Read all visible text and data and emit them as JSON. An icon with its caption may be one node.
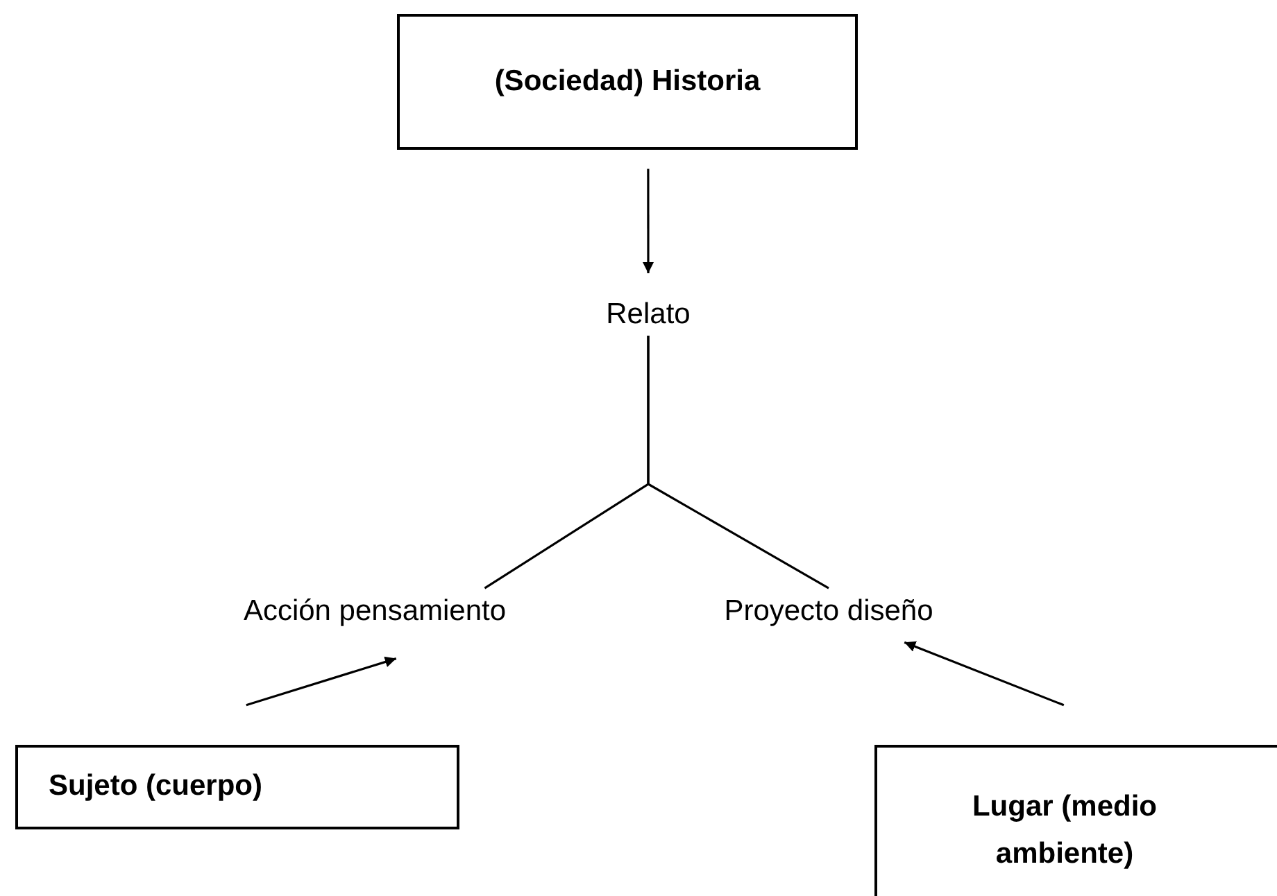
{
  "diagram": {
    "nodes": [
      {
        "text": [
          "(Sociedad) Historia"
        ]
      },
      {
        "text": [
          "Relato"
        ]
      },
      {
        "text": [
          "Acción pensamiento"
        ]
      },
      {
        "text": [
          "Proyecto diseño"
        ]
      },
      {
        "text": [
          "Sujeto (cuerpo)"
        ]
      },
      {
        "text": [
          "Lugar (medio ambiente)"
        ]
      }
    ],
    "edges": [
      {
        "from": 0,
        "to": 1,
        "arrow": "to"
      },
      {
        "from": 1,
        "to": 2,
        "arrow": "none"
      },
      {
        "from": 1,
        "to": 3,
        "arrow": "none"
      },
      {
        "from": 4,
        "to": 2,
        "arrow": "to"
      },
      {
        "from": 5,
        "to": 3,
        "arrow": "to"
      }
    ]
  }
}
